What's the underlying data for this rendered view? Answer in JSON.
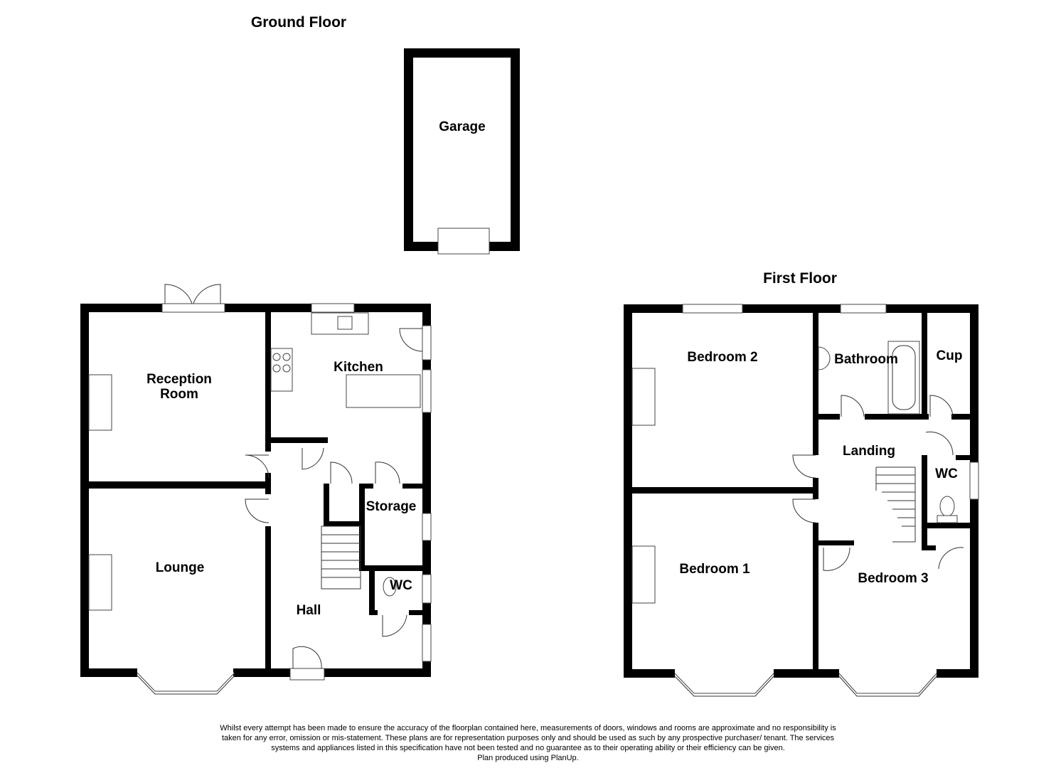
{
  "floors": {
    "ground": "Ground Floor",
    "first": "First Floor"
  },
  "rooms": {
    "garage": "Garage",
    "reception_line1": "Reception",
    "reception_line2": "Room",
    "kitchen": "Kitchen",
    "lounge": "Lounge",
    "storage": "Storage",
    "wc_ground": "WC",
    "hall": "Hall",
    "bedroom2": "Bedroom 2",
    "bathroom": "Bathroom",
    "cup": "Cup",
    "landing": "Landing",
    "wc_first": "WC",
    "bedroom1": "Bedroom 1",
    "bedroom3": "Bedroom 3"
  },
  "disclaimer": [
    "Whilst every attempt has been made to ensure the accuracy of the floorplan contained here, measurements of doors, windows and rooms are approximate and no responsibility is",
    "taken for any error, omission or mis-statement. These plans are for representation purposes only and should be used as such by any prospective purchaser/ tenant. The services",
    "systems and appliances listed in this specification have not been tested and no guarantee as to their operating ability or their efficiency can be given.",
    "Plan produced using PlanUp."
  ],
  "colors": {
    "wall": "#000000",
    "background": "#ffffff"
  }
}
